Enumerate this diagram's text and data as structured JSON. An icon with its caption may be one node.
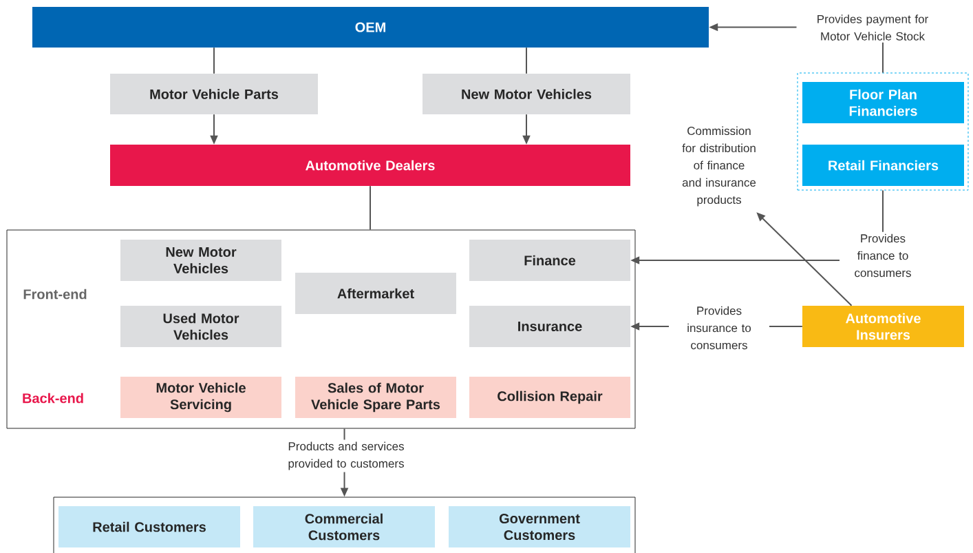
{
  "diagram": {
    "nodes": [
      {
        "text": [
          "OEM"
        ]
      },
      {
        "text": [
          "Motor Vehicle Parts"
        ]
      },
      {
        "text": [
          "New Motor Vehicles"
        ]
      },
      {
        "text": [
          "Automotive Dealers"
        ]
      },
      {
        "text": [],
        "shape": "box"
      },
      {
        "text": [
          "New Motor Vehicles"
        ],
        "in": 4
      },
      {
        "text": [
          "Aftermarket"
        ],
        "in": 4
      },
      {
        "text": [
          "Finance"
        ],
        "in": 4
      },
      {
        "text": [
          "Used Motor Vehicles"
        ],
        "in": 4
      },
      {
        "text": [
          "Insurance"
        ],
        "in": 4
      },
      {
        "text": [
          "Motor Vehicle Servicing"
        ],
        "in": 4
      },
      {
        "text": [
          "Sales of Motor Vehicle Spare Parts"
        ],
        "in": 4
      },
      {
        "text": [
          "Collision Repair"
        ],
        "in": 4
      },
      {
        "text": [],
        "shape": "box"
      },
      {
        "text": [
          "Floor Plan Financiers"
        ],
        "in": 13
      },
      {
        "text": [
          "Retail Financiers"
        ],
        "in": 13
      },
      {
        "text": [
          "Automotive Insurers"
        ]
      },
      {
        "text": [
          "Commission for distribution of finance and insurance products"
        ]
      },
      {
        "text": [],
        "shape": "box"
      },
      {
        "text": [
          "Retail Customers"
        ],
        "in": 18
      },
      {
        "text": [
          "Commercial Customers"
        ],
        "in": 18
      },
      {
        "text": [
          "Government Customers"
        ],
        "in": 18
      }
    ],
    "edges": [
      {
        "from": 0,
        "to": 1,
        "arrow": "none"
      },
      {
        "from": 1,
        "to": 3,
        "arrow": "to"
      },
      {
        "from": 0,
        "to": 2,
        "arrow": "none"
      },
      {
        "from": 2,
        "to": 3,
        "arrow": "to"
      },
      {
        "from": 3,
        "to": 4,
        "arrow": "none"
      },
      {
        "from": 13,
        "to": 0,
        "arrow": "to",
        "label": "Provides payment for Motor Vehicle Stock"
      },
      {
        "from": 13,
        "to": 7,
        "arrow": "to",
        "label": "Provides finance to consumers"
      },
      {
        "from": 16,
        "to": 9,
        "arrow": "to",
        "label": "Provides insurance to consumers"
      },
      {
        "from": 16,
        "to": 17,
        "arrow": "to"
      },
      {
        "from": 4,
        "to": 18,
        "arrow": "to",
        "label": "Products and services provided to customers"
      }
    ],
    "labels": [
      "Front-end",
      "Back-end"
    ]
  }
}
